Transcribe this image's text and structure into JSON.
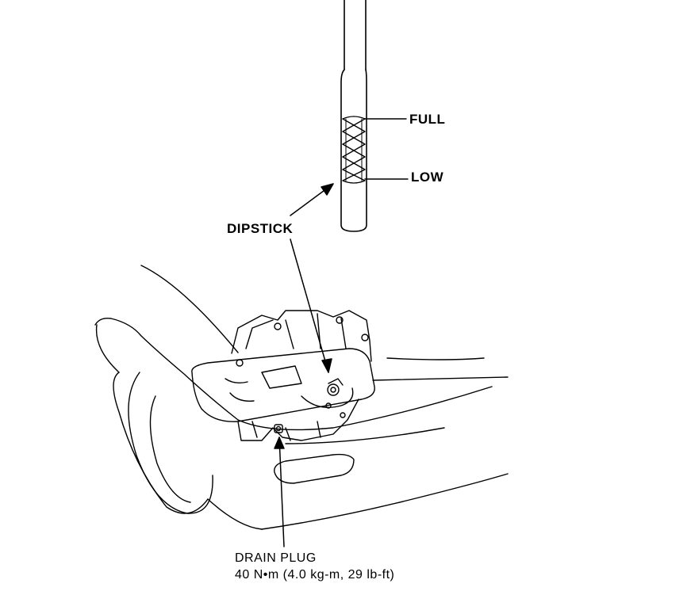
{
  "labels": {
    "full": "FULL",
    "low": "LOW",
    "dipstick": "DIPSTICK",
    "drain_plug": "DRAIN PLUG",
    "torque": "40 N•m (4.0 kg-m, 29 lb-ft)"
  },
  "colors": {
    "ink": "#000000",
    "paper": "#ffffff"
  }
}
